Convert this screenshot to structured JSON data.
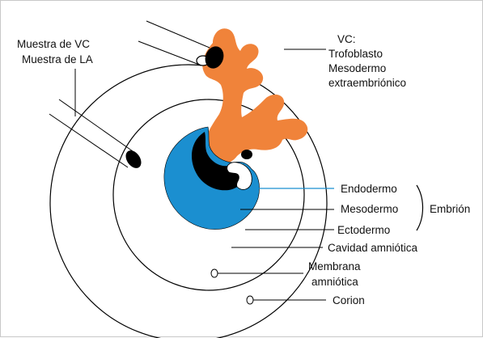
{
  "labels": {
    "sample_vc": "Muestra de VC",
    "sample_la": "Muestra de LA",
    "vc_title": "VC:",
    "vc_trophoblast": "Trofoblasto",
    "vc_mesoderm": "Mesodermo",
    "vc_extraembryonic": "extraembriónico",
    "endoderm": "Endodermo",
    "mesoderm": "Mesodermo",
    "ectoderm": "Ectodermo",
    "embryo": "Embrión",
    "amniotic_cavity": "Cavidad amniótica",
    "amniotic_membrane_1": "Membrana",
    "amniotic_membrane_2": "amniótica",
    "chorion": "Corion"
  },
  "colors": {
    "trophoblast": "#f0833a",
    "embryo_blue": "#1b8fd0",
    "endoderm_line": "#1b8fd0",
    "outline": "#000000"
  }
}
